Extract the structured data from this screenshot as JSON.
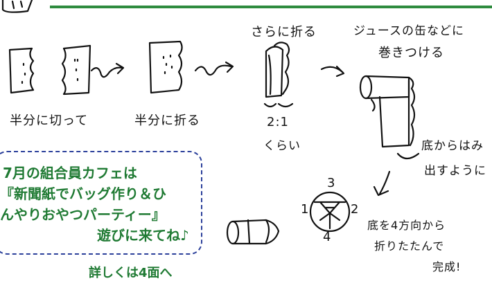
{
  "steps": {
    "fold_half_cut": "半分に切って",
    "fold_half": "半分に折る",
    "fold_more": "さらに折る",
    "ratio": "2:1",
    "approx": "くらい",
    "wrap_line1": "ジュースの缶などに",
    "wrap_line2": "巻きつける",
    "bottom_line1": "底からはみ",
    "bottom_line2": "出すように",
    "num_top": "3",
    "num_left": "1",
    "num_right": "2",
    "num_bottom": "4",
    "finish_line1": "底を4方向から",
    "finish_line2": "折りたたんで",
    "finish_line3": "完成!"
  },
  "announcement": {
    "line1": "7月の組合員カフェは",
    "line2": "『新聞紙でバッグ作り＆ひ",
    "line3": "んやりおやつパーティー』",
    "line4": "遊びに来てね♪"
  },
  "footer": "詳しくは4面へ"
}
